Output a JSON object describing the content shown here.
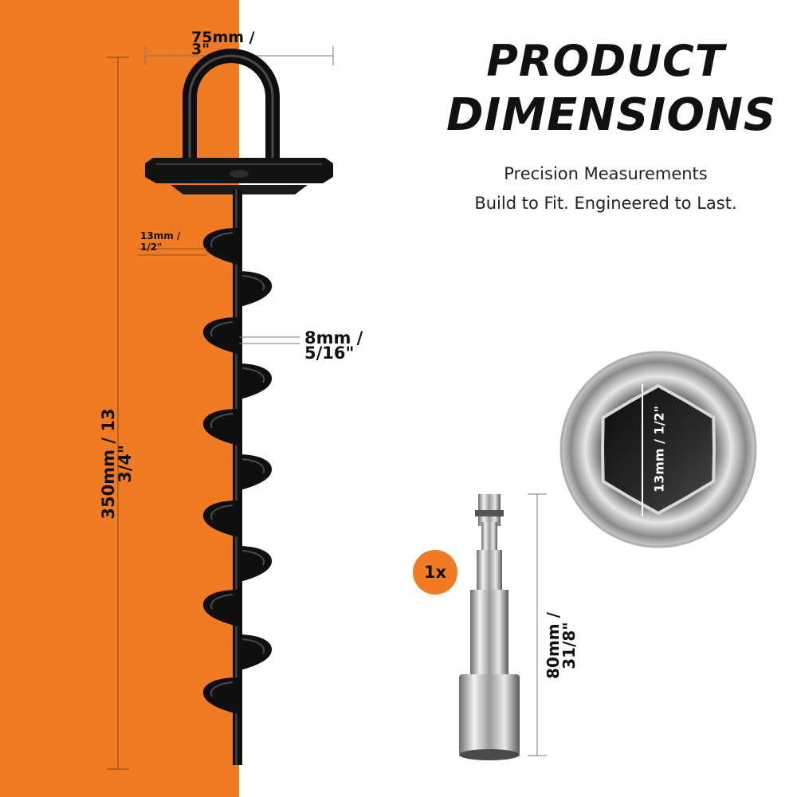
{
  "heading": {
    "line1": "PRODUCT",
    "line2": "DIMENSIONS",
    "subtitle_line1": "Precision Measurements",
    "subtitle_line2": "Build to Fit. Engineered to Last."
  },
  "anchor": {
    "width_mm": "75mm /",
    "width_in": "3\"",
    "flight_mm": "13mm /",
    "flight_in": "1/2\"",
    "shaft_mm": "8mm /",
    "shaft_in": "5/16\"",
    "length_mm": "350mm / 13",
    "length_in": "3/4\""
  },
  "socket": {
    "quantity_badge": "1x",
    "bit_length_mm": "80mm /",
    "bit_length_in": "31/8\"",
    "hex_size": "13mm / 1/2\""
  },
  "colors": {
    "accent": "#f07b22",
    "ink": "#111111"
  }
}
